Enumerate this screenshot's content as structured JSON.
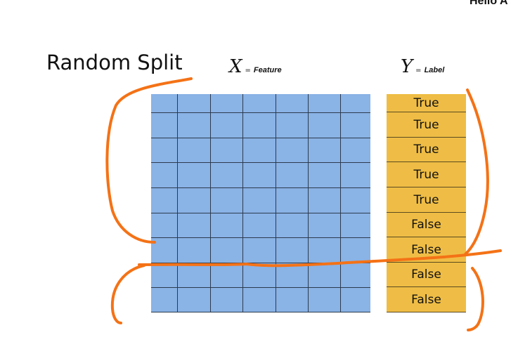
{
  "header": {
    "greeting": "Hello A"
  },
  "slide": {
    "title": "Random Split",
    "x_header": {
      "symbol": "X",
      "eq": "=",
      "label": "Feature"
    },
    "y_header": {
      "symbol": "Y",
      "eq": "=",
      "label": "Label"
    },
    "feature_grid": {
      "rows": 9,
      "cols": 7
    },
    "labels": [
      "True",
      "True",
      "True",
      "True",
      "True",
      "False",
      "False",
      "False",
      "False"
    ]
  },
  "colors": {
    "feature": "#8ab3e6",
    "label": "#efbd45",
    "ink": "#f47216"
  }
}
